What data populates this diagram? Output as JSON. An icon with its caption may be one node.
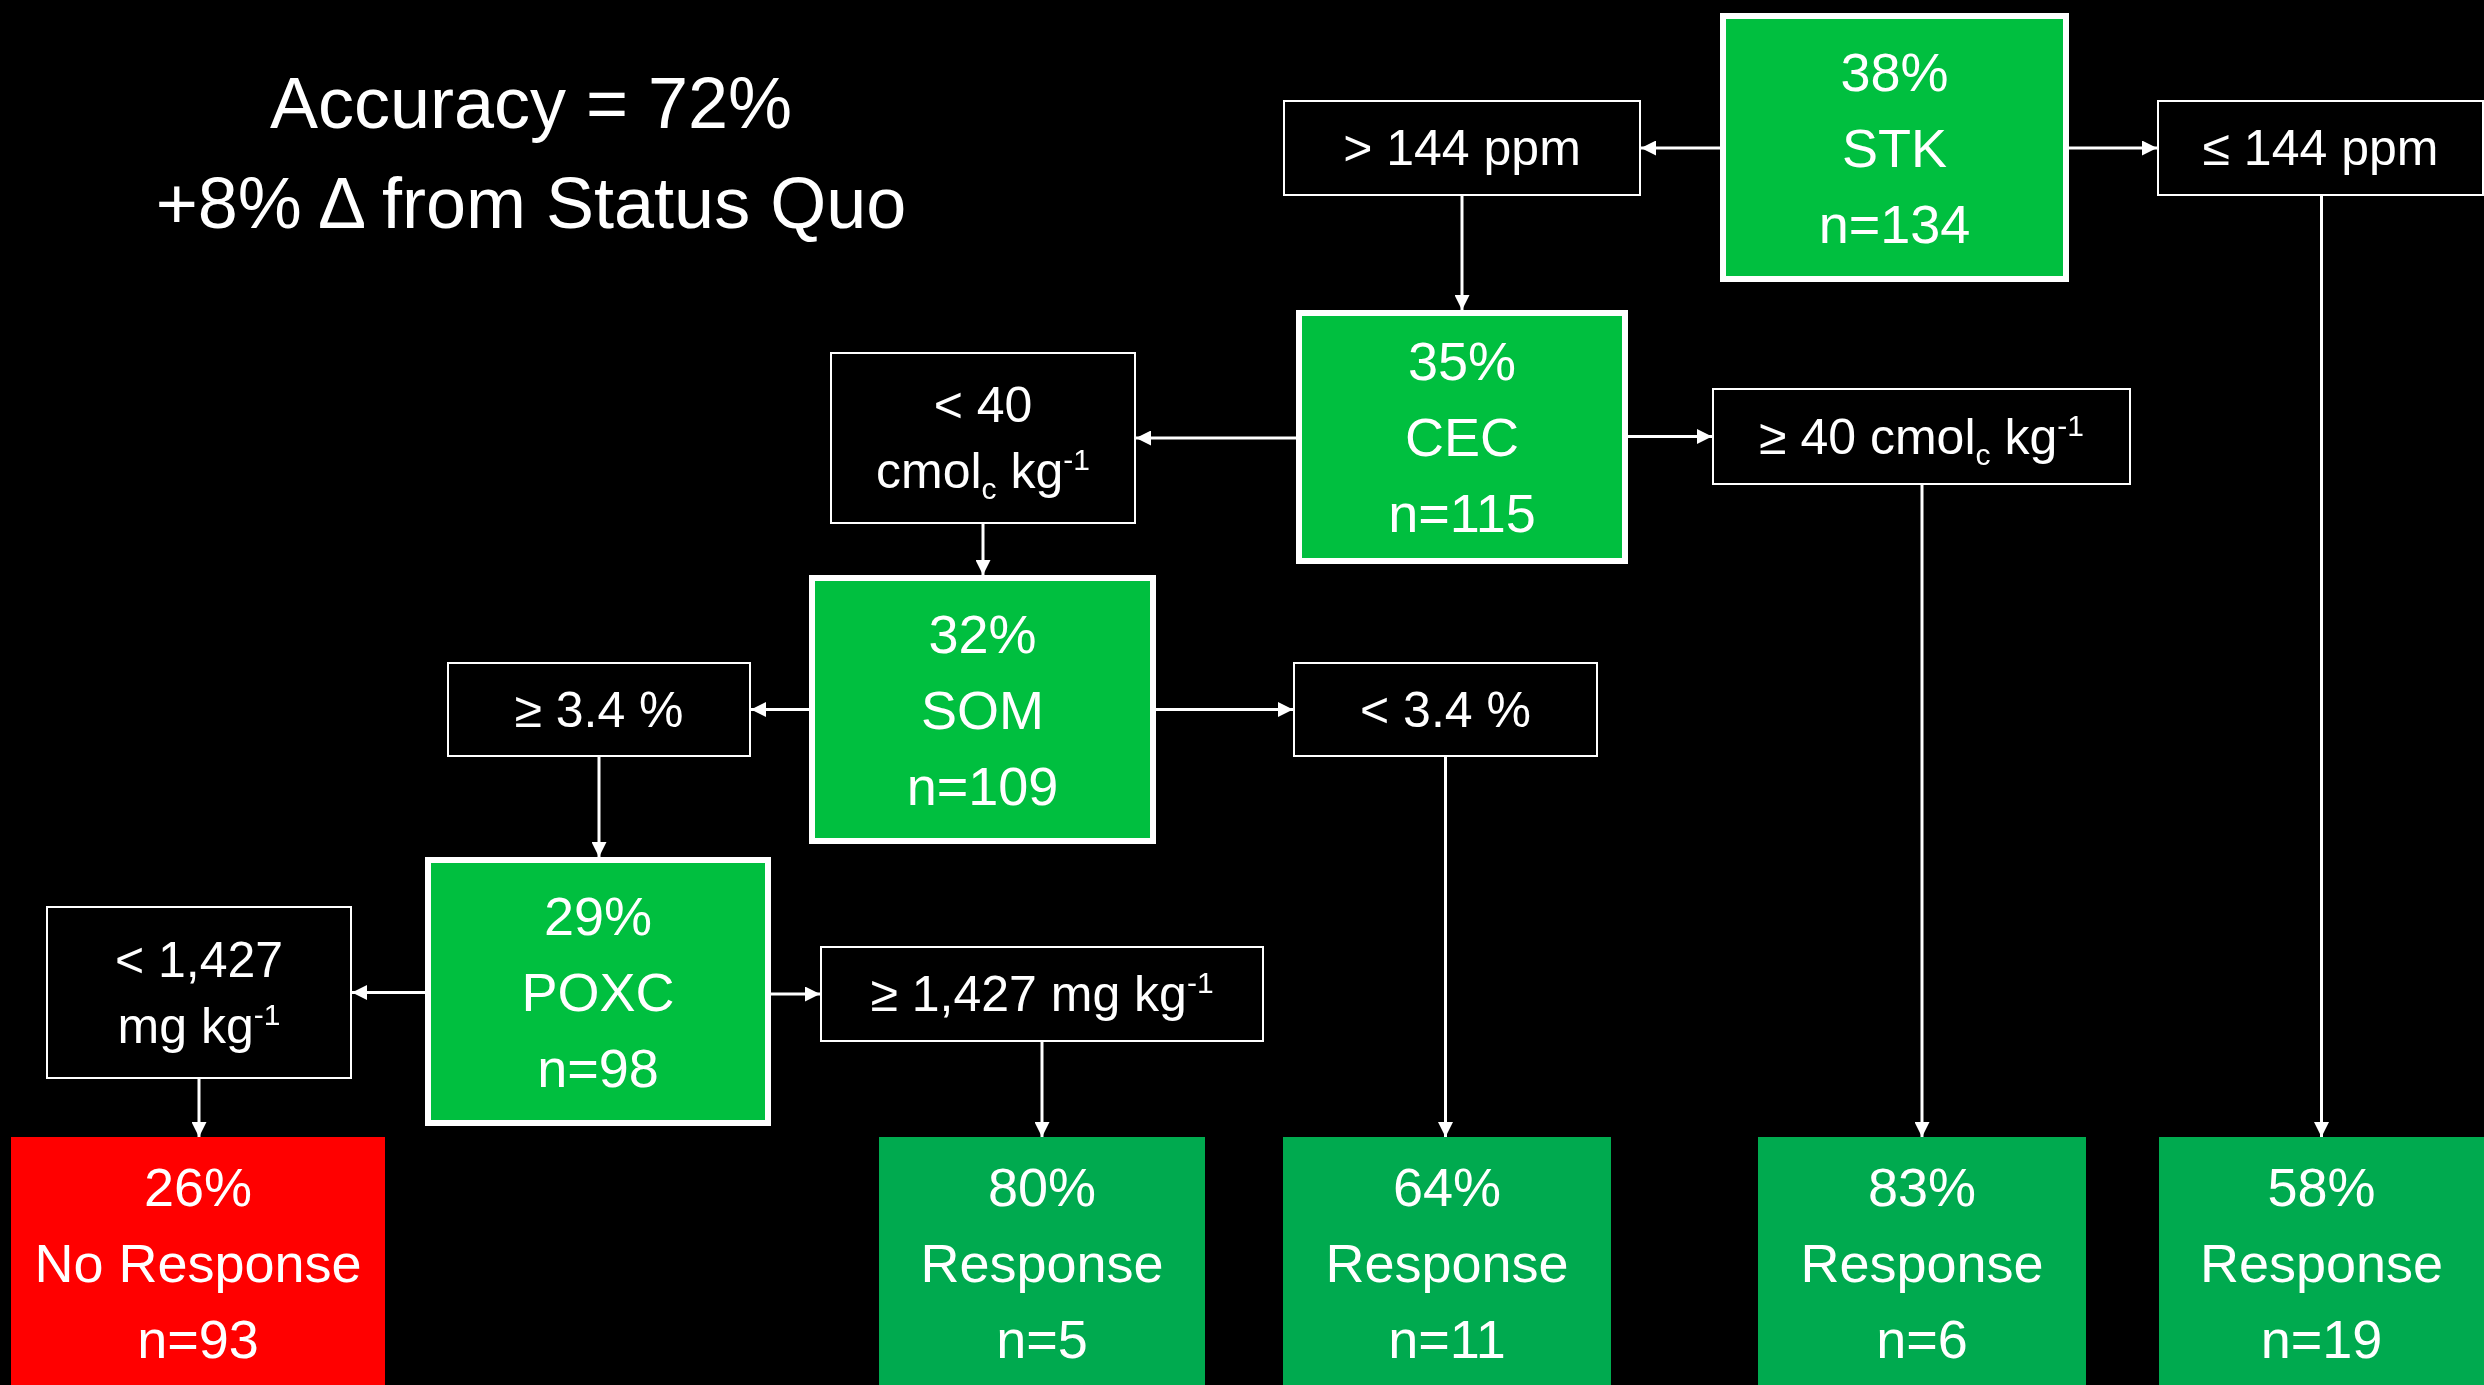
{
  "diagram": {
    "nodes": [
      {
        "text": [
          "38%",
          "STK",
          "n=134"
        ]
      },
      {
        "text": [
          "> 144 ppm"
        ]
      },
      {
        "text": [
          "≤ 144 ppm"
        ]
      },
      {
        "text": [
          "35%",
          "CEC",
          "n=115"
        ]
      },
      {
        "text": [
          "< 40 cmol$_{c}$ kg$^{-1}$"
        ]
      },
      {
        "text": [
          "≥ 40 cmol$_{c}$ kg$^{-1}$"
        ]
      },
      {
        "text": [
          "32%",
          "SOM",
          "n=109"
        ]
      },
      {
        "text": [
          "≥ 3.4 %"
        ]
      },
      {
        "text": [
          "< 3.4 %"
        ]
      },
      {
        "text": [
          "29%",
          "POXC",
          "n=98"
        ]
      },
      {
        "text": [
          "< 1,427 mg kg$^{-1}$"
        ]
      },
      {
        "text": [
          "≥ 1,427 mg kg$^{-1}$"
        ]
      },
      {
        "text": [
          "26%",
          "No Response",
          "n=93"
        ]
      },
      {
        "text": [
          "80%",
          "Response",
          "n=5"
        ]
      },
      {
        "text": [
          "64%",
          "Response",
          "n=11"
        ]
      },
      {
        "text": [
          "83%",
          "Response",
          "n=6"
        ]
      },
      {
        "text": [
          "58%",
          "Response",
          "n=19"
        ]
      }
    ],
    "edges": [
      {
        "from": 0,
        "to": 1,
        "arrow": "to"
      },
      {
        "from": 0,
        "to": 2,
        "arrow": "to"
      },
      {
        "from": 1,
        "to": 3,
        "arrow": "to"
      },
      {
        "from": 3,
        "to": 4,
        "arrow": "to"
      },
      {
        "from": 3,
        "to": 5,
        "arrow": "to"
      },
      {
        "from": 4,
        "to": 6,
        "arrow": "to"
      },
      {
        "from": 6,
        "to": 7,
        "arrow": "to"
      },
      {
        "from": 6,
        "to": 8,
        "arrow": "to"
      },
      {
        "from": 7,
        "to": 9,
        "arrow": "to"
      },
      {
        "from": 9,
        "to": 10,
        "arrow": "to"
      },
      {
        "from": 9,
        "to": 11,
        "arrow": "to"
      },
      {
        "from": 10,
        "to": 12,
        "arrow": "to"
      },
      {
        "from": 11,
        "to": 13,
        "arrow": "to"
      },
      {
        "from": 8,
        "to": 14,
        "arrow": "to"
      },
      {
        "from": 5,
        "to": 15,
        "arrow": "to"
      },
      {
        "from": 2,
        "to": 16,
        "arrow": "to"
      }
    ],
    "labels": [
      "Accuracy = 72%",
      "+8% Δ from Status Quo"
    ]
  }
}
